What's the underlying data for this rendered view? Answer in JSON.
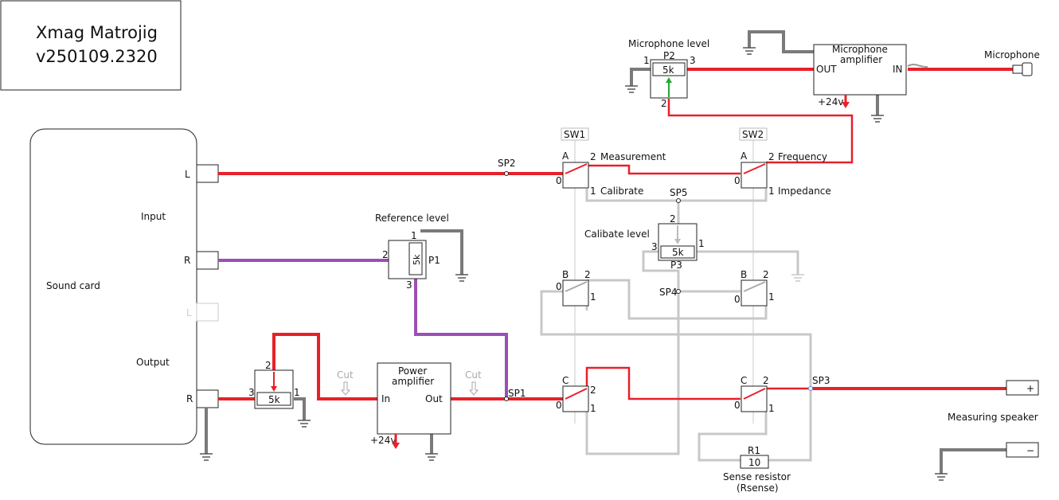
{
  "title_box": {
    "line1": "Xmag Matrojig",
    "line2": "v250109.2320"
  },
  "sound_card": {
    "label": "Sound card",
    "input_label": "Input",
    "output_label": "Output",
    "input_L": "L",
    "input_R": "R",
    "output_L": "L",
    "output_R": "R"
  },
  "p1": {
    "heading": "Reference level",
    "name": "P1",
    "value": "5k",
    "pin1": "1",
    "pin2": "2",
    "pin3": "3"
  },
  "p2": {
    "heading": "Microphone level",
    "name": "P2",
    "value": "5k",
    "pin1": "1",
    "pin2": "2",
    "pin3": "3"
  },
  "p3": {
    "heading": "Calibate level",
    "name": "P3",
    "value": "5k",
    "pin1": "1",
    "pin2": "2",
    "pin3": "3"
  },
  "out_pot": {
    "value": "5k",
    "pin1": "1",
    "pin2": "2",
    "pin3": "3"
  },
  "power_amp": {
    "line1": "Power",
    "line2": "amplifier",
    "in": "In",
    "out": "Out",
    "supply": "+24v"
  },
  "mic_amp": {
    "line1": "Microphone",
    "line2": "amplifier",
    "out": "OUT",
    "in": "IN",
    "supply": "+24v"
  },
  "microphone": {
    "label": "Microphone"
  },
  "cut": "Cut",
  "sw1": {
    "name": "SW1",
    "a": {
      "pole": "A",
      "p0": "0",
      "p1": "1",
      "p2": "2",
      "label1": "Calibrate",
      "label2": "Measurement"
    },
    "b": {
      "pole": "B",
      "p0": "0",
      "p1": "1",
      "p2": "2"
    },
    "c": {
      "pole": "C",
      "p0": "0",
      "p1": "1",
      "p2": "2"
    }
  },
  "sw2": {
    "name": "SW2",
    "a": {
      "pole": "A",
      "p0": "0",
      "p1": "1",
      "p2": "2",
      "label1": "Impedance",
      "label2": "Frequency"
    },
    "b": {
      "pole": "B",
      "p0": "0",
      "p1": "1",
      "p2": "2"
    },
    "c": {
      "pole": "C",
      "p0": "0",
      "p1": "1",
      "p2": "2"
    }
  },
  "test_points": {
    "sp1": "SP1",
    "sp2": "SP2",
    "sp3": "SP3",
    "sp4": "SP4",
    "sp5": "SP5"
  },
  "r1": {
    "name": "R1",
    "value": "10",
    "line1": "Sense resistor",
    "line2": "(Rsense)"
  },
  "speaker": {
    "label": "Measuring speaker",
    "plus": "+",
    "minus": "−"
  },
  "colors": {
    "signal": "#e8202a",
    "reference": "#9b4fb6",
    "ground": "#808080",
    "inactive": "#c8c8c8",
    "mic_wiper": "#22aa33"
  }
}
